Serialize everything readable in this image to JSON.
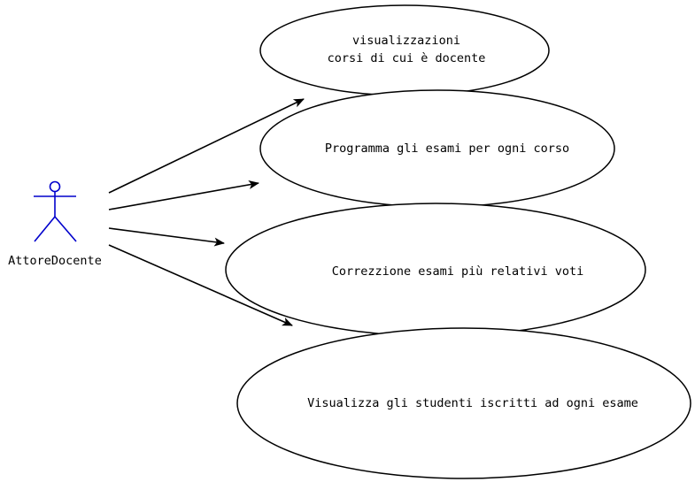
{
  "actor": {
    "name": "AttoreDocente",
    "color": "#0000cc"
  },
  "use_cases": [
    {
      "line1": "visualizzazioni",
      "line2": "corsi di cui è docente"
    },
    {
      "line1": "Programma gli esami per ogni corso"
    },
    {
      "line1": "Correzzione esami più relativi voti"
    },
    {
      "line1": "Visualizza gli studenti iscritti ad ogni esame"
    }
  ],
  "colors": {
    "stroke": "#000000",
    "background": "#ffffff"
  }
}
